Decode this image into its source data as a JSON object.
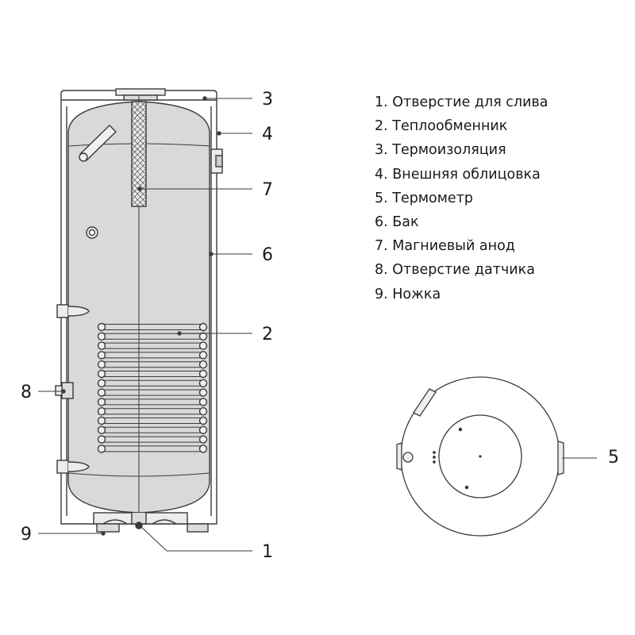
{
  "legend": [
    "1. Отверстие для слива",
    "2. Теплообменник",
    "3. Термоизоляция",
    "4. Внешняя облицовка",
    "5. Термометр",
    "6. Бак",
    "7. Магниевый анод",
    "8. Отверстие датчика",
    "9. Ножка"
  ],
  "callouts": {
    "c1": "1",
    "c2": "2",
    "c3": "3",
    "c4": "4",
    "c5": "5",
    "c6": "6",
    "c7": "7",
    "c8": "8",
    "c9": "9"
  },
  "colors": {
    "stroke": "#3a3a3a",
    "tank_fill": "#d9d9d9",
    "shell_fill": "#ffffff",
    "text": "#1a1a1a"
  }
}
